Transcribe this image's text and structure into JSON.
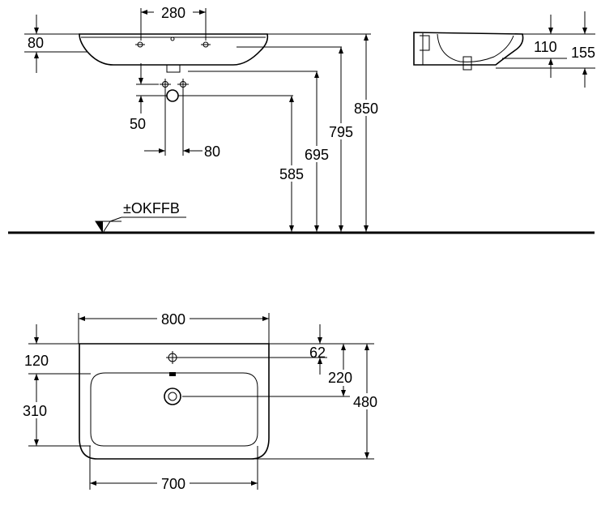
{
  "side_view": {
    "dim_tap_spacing": "280",
    "dim_rim_height": "80",
    "dim_outlet_offset": "50",
    "dim_outlet_spacing": "80",
    "dim_585": "585",
    "dim_695": "695",
    "dim_795": "795",
    "dim_850": "850",
    "floor_ref": "±OKFFB"
  },
  "profile_view": {
    "dim_110": "110",
    "dim_155": "155"
  },
  "plan_view": {
    "dim_width": "800",
    "dim_bowl_width": "700",
    "dim_120": "120",
    "dim_310": "310",
    "dim_62": "62",
    "dim_220": "220",
    "dim_480": "480"
  }
}
